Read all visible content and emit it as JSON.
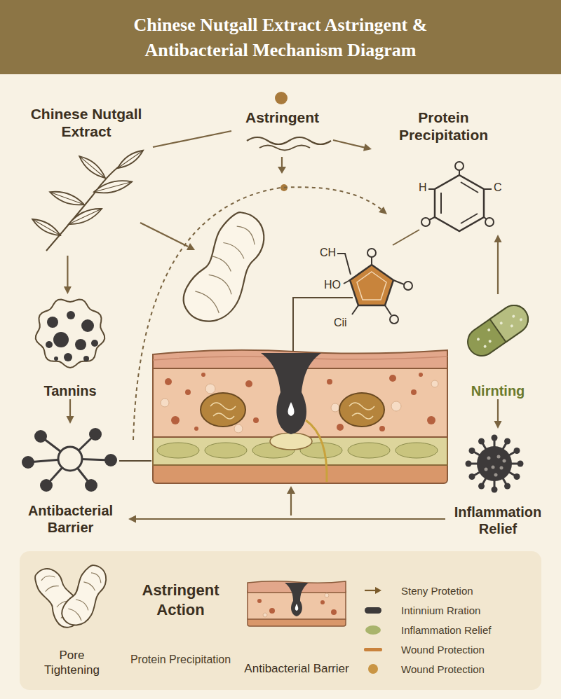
{
  "diagram": {
    "title": "Chinese Nutgall Extract Astringent & Antibacterial Mechanism Diagram",
    "nodes": [
      {
        "text": [
          "Chinese Nutgall Extract"
        ]
      },
      {
        "text": [
          "Astringent"
        ]
      },
      {
        "text": [
          "Protein Precipitation"
        ]
      },
      {
        "text": [
          "Tannins"
        ]
      },
      {
        "text": [
          "Antibacterial Barrier"
        ]
      },
      {
        "text": [
          "Nirnting"
        ]
      },
      {
        "text": [
          "Inflammation Relief"
        ]
      },
      {
        "text": [
          "Astringent Action",
          "Protein Precipitation"
        ]
      },
      {
        "text": [
          "Pore Tightening"
        ],
        "in": 7
      },
      {
        "text": [
          "Antibacterial Barrier"
        ],
        "in": 7
      }
    ],
    "edges": [
      {
        "from": 0,
        "to": 1,
        "arrow": "none"
      },
      {
        "from": 1,
        "to": 2,
        "arrow": "to"
      },
      {
        "from": 0,
        "to": 3,
        "arrow": "to"
      },
      {
        "from": 3,
        "to": 4,
        "arrow": "to"
      },
      {
        "from": 5,
        "to": 2,
        "arrow": "to"
      },
      {
        "from": 5,
        "to": 6,
        "arrow": "to"
      },
      {
        "from": 6,
        "to": 4,
        "arrow": "to"
      }
    ],
    "labels": [
      "H",
      "C",
      "CH",
      "HO",
      "Cii"
    ],
    "legend": [
      {
        "text": "Steny Protetion"
      },
      {
        "text": "Intinnium Rration",
        "color": "#3d3a3a"
      },
      {
        "text": "Inflammation Relief",
        "color": "#a9b46c"
      },
      {
        "text": "Wound Protection",
        "color": "#c9823c"
      },
      {
        "text": "Wound Protection",
        "color": "#c99544"
      }
    ]
  }
}
